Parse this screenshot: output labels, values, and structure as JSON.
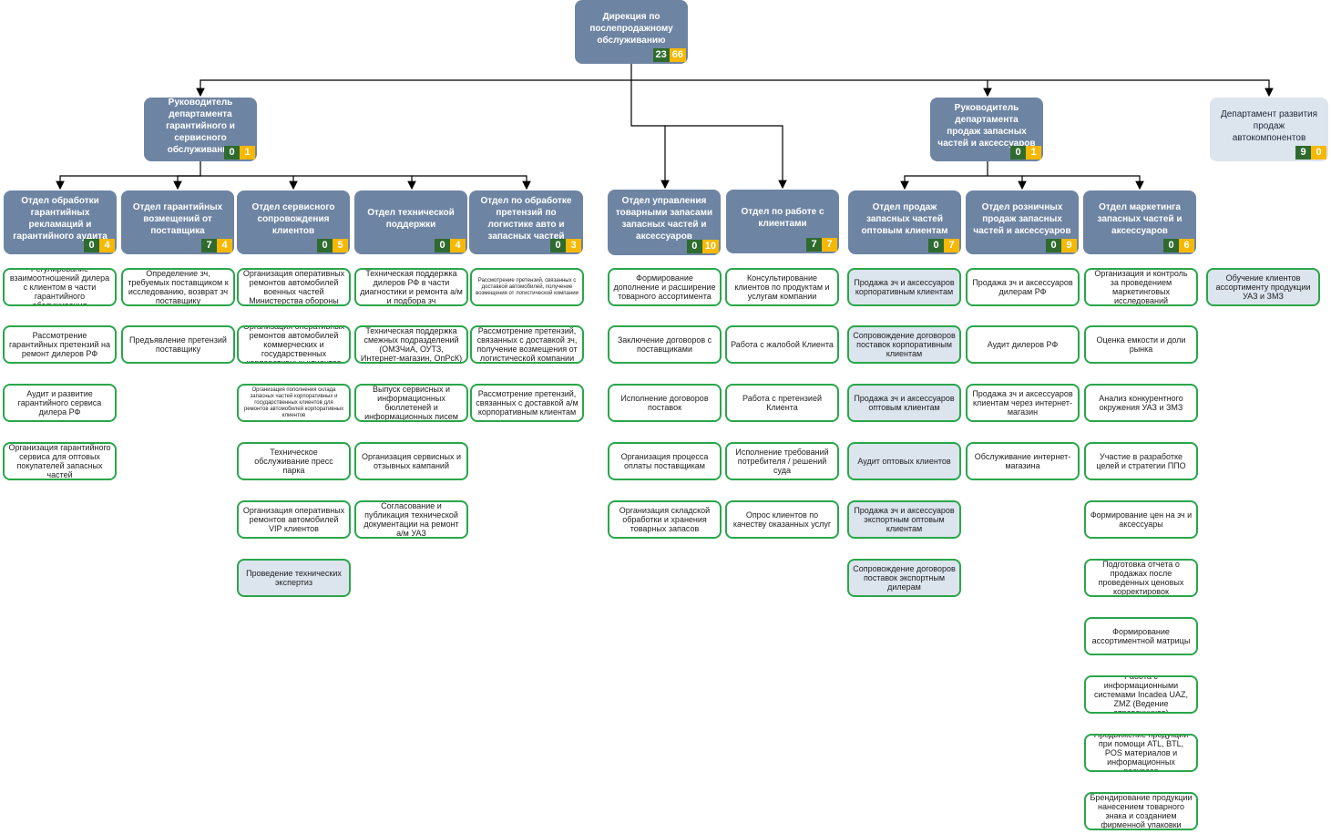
{
  "nodes": [
    {
      "id": "root",
      "label": "Дирекция  по послепродажному обслуживанию",
      "b1": "23",
      "b2": "66"
    },
    {
      "id": "l1",
      "label": "Руководитель департамента гарантийного и сервисного обслуживания",
      "b1": "0",
      "b2": "1"
    },
    {
      "id": "l2",
      "label": "Руководитель департамента продаж запасных частей и аксессуаров",
      "b1": "0",
      "b2": "1"
    },
    {
      "id": "l3",
      "label": "Департамент развития продаж автокомпонентов",
      "b1": "9",
      "b2": "0"
    },
    {
      "id": "d1",
      "label": "Отдел обработки гарантийных рекламаций и гарантийного аудита",
      "b1": "0",
      "b2": "4"
    },
    {
      "id": "d2",
      "label": "Отдел гарантийных возмещений от поставщика",
      "b1": "7",
      "b2": "4"
    },
    {
      "id": "d3",
      "label": "Отдел сервисного сопровождения клиентов",
      "b1": "0",
      "b2": "5"
    },
    {
      "id": "d4",
      "label": "Отдел технической поддержки",
      "b1": "0",
      "b2": "4"
    },
    {
      "id": "d5",
      "label": "Отдел по обработке претензий по логистике авто и запасных частей",
      "b1": "0",
      "b2": "3"
    },
    {
      "id": "d6",
      "label": "Отдел управления товарными запасами запасных частей и аксессуаров",
      "b1": "0",
      "b2": "10"
    },
    {
      "id": "d7",
      "label": "Отдел по работе с клиентами",
      "b1": "7",
      "b2": "7"
    },
    {
      "id": "d8",
      "label": "Отдел продаж запасных частей оптовым клиентам",
      "b1": "0",
      "b2": "7"
    },
    {
      "id": "d9",
      "label": "Отдел розничных продаж запасных частей и аксессуаров",
      "b1": "0",
      "b2": "9"
    },
    {
      "id": "d10",
      "label": "Отдел маркетинга запасных частей и аксессуаров",
      "b1": "0",
      "b2": "6"
    }
  ],
  "tasks": [
    {
      "id": "t1_1",
      "label": "Регулирование взаимоотношений дилера с клиентом в части гарантийного обслуживания"
    },
    {
      "id": "t1_2",
      "label": "Рассмотрение гарантийных претензий на ремонт дилеров РФ"
    },
    {
      "id": "t1_3",
      "label": "Аудит и развитие гарантийного сервиса дилера РФ"
    },
    {
      "id": "t1_4",
      "label": "Организация гарантийного сервиса для оптовых покупателей запасных частей"
    },
    {
      "id": "t2_1",
      "label": "Определение зч, требуемых поставщиком к исследованию, возврат зч поставщику"
    },
    {
      "id": "t2_2",
      "label": "Предъявление претензий поставщику"
    },
    {
      "id": "t3_1",
      "label": "Организация оперативных ремонтов автомобилей военных частей Министерства обороны"
    },
    {
      "id": "t3_2",
      "label": "Организация оперативных ремонтов автомобилей коммерческих и государственных корпоративных клиентов"
    },
    {
      "id": "t3_3",
      "label": "Организация пополнения склада запасных частей корпоративных и государственных клиентов для ремонтов автомобилей корпоративных клиентов"
    },
    {
      "id": "t3_4",
      "label": "Техническое обслуживание пресс парка"
    },
    {
      "id": "t3_5",
      "label": "Организация оперативных ремонтов автомобилей VIP клиентов"
    },
    {
      "id": "t3_6",
      "label": "Проведение технических экспертиз"
    },
    {
      "id": "t4_1",
      "label": "Техническая поддержка дилеров РФ в части диагностики и ремонта а/м и подбора зч"
    },
    {
      "id": "t4_2",
      "label": "Техническая поддержка смежных подразделений (ОМЗЧиА, ОУТЗ, Интернет-магазин, ОпРсК)"
    },
    {
      "id": "t4_3",
      "label": "Выпуск сервисных и информационных бюллетеней и информационных писем"
    },
    {
      "id": "t4_4",
      "label": "Организация сервисных и отзывных кампаний"
    },
    {
      "id": "t4_5",
      "label": "Согласование и публикация технической документации на ремонт а/м УАЗ"
    },
    {
      "id": "t5_1",
      "label": "Рассмотрение претензий, связанных с доставкой автомобилей, получение возмещения от логистической компании"
    },
    {
      "id": "t5_2",
      "label": "Рассмотрение претензий, связанных с доставкой зч, получение возмещения от логистической компании"
    },
    {
      "id": "t5_3",
      "label": "Рассмотрение претензий, связанных с доставкой а/м корпоративным клиентам"
    },
    {
      "id": "t6_1",
      "label": "Формирование дополнение и расширение товарного ассортимента"
    },
    {
      "id": "t6_2",
      "label": "Заключение договоров с поставщиками"
    },
    {
      "id": "t6_3",
      "label": "Исполнение договоров поставок"
    },
    {
      "id": "t6_4",
      "label": "Организация процесса оплаты поставщикам"
    },
    {
      "id": "t6_5",
      "label": "Организация складской обработки и хранения товарных запасов"
    },
    {
      "id": "t7_1",
      "label": "Консультирование клиентов по продуктам и услугам компании"
    },
    {
      "id": "t7_2",
      "label": "Работа с жалобой Клиента"
    },
    {
      "id": "t7_3",
      "label": "Работа с претензией Клиента"
    },
    {
      "id": "t7_4",
      "label": "Исполнение требований потребителя / решений суда"
    },
    {
      "id": "t7_5",
      "label": "Опрос клиентов по качеству оказанных услуг"
    },
    {
      "id": "t8_1",
      "label": "Продажа зч и аксессуаров корпоративным клиентам"
    },
    {
      "id": "t8_2",
      "label": "Сопровождение договоров поставок корпоративным клиентам"
    },
    {
      "id": "t8_3",
      "label": "Продажа зч и аксессуаров оптовым клиентам"
    },
    {
      "id": "t8_4",
      "label": "Аудит оптовых клиентов"
    },
    {
      "id": "t8_5",
      "label": "Продажа зч и аксессуаров экспортным оптовым клиентам"
    },
    {
      "id": "t8_6",
      "label": "Сопровождение договоров поставок экспортным дилерам"
    },
    {
      "id": "t9_1",
      "label": "Продажа зч и аксессуаров дилерам РФ"
    },
    {
      "id": "t9_2",
      "label": "Аудит дилеров РФ"
    },
    {
      "id": "t9_3",
      "label": "Продажа зч и аксессуаров клиентам через интернет-магазин"
    },
    {
      "id": "t9_4",
      "label": "Обслуживание интернет-магазина"
    },
    {
      "id": "t10_1",
      "label": "Организация и контроль за проведением маркетинговых исследований"
    },
    {
      "id": "t10_2",
      "label": "Оценка емкости и доли рынка"
    },
    {
      "id": "t10_3",
      "label": "Анализ конкурентного окружения УАЗ и ЗМЗ"
    },
    {
      "id": "t10_4",
      "label": "Участие в разработке целей и стратегии ППО"
    },
    {
      "id": "t10_5",
      "label": "Формирование цен на зч и аксессуары"
    },
    {
      "id": "t10_6",
      "label": "Подготовка отчета о продажах после проведенных ценовых корректировок"
    },
    {
      "id": "t10_7",
      "label": "Формирование ассортиментной матрицы"
    },
    {
      "id": "t10_8",
      "label": "Работа с информационными системами Incadea UAZ, ZMZ (Ведение справочников)"
    },
    {
      "id": "t10_9",
      "label": "Продвижение продукции при помощи ATL, BTL, POS материалов и информационных ресурсов"
    },
    {
      "id": "t10_10",
      "label": "Брендирование продукции нанесением товарного знака и созданием фирменной упаковки"
    },
    {
      "id": "t11_1",
      "label": "Обучение клиентов ассортименту продукции УАЗ и ЗМЗ"
    }
  ],
  "colors": {
    "header": "#6e84a3",
    "header_light": "#dce4ee",
    "task_border": "#2aa64a",
    "highlight": "#dce4ee",
    "badge_green": "#2f6b2f",
    "badge_yellow": "#f6b800",
    "line": "#000000"
  }
}
